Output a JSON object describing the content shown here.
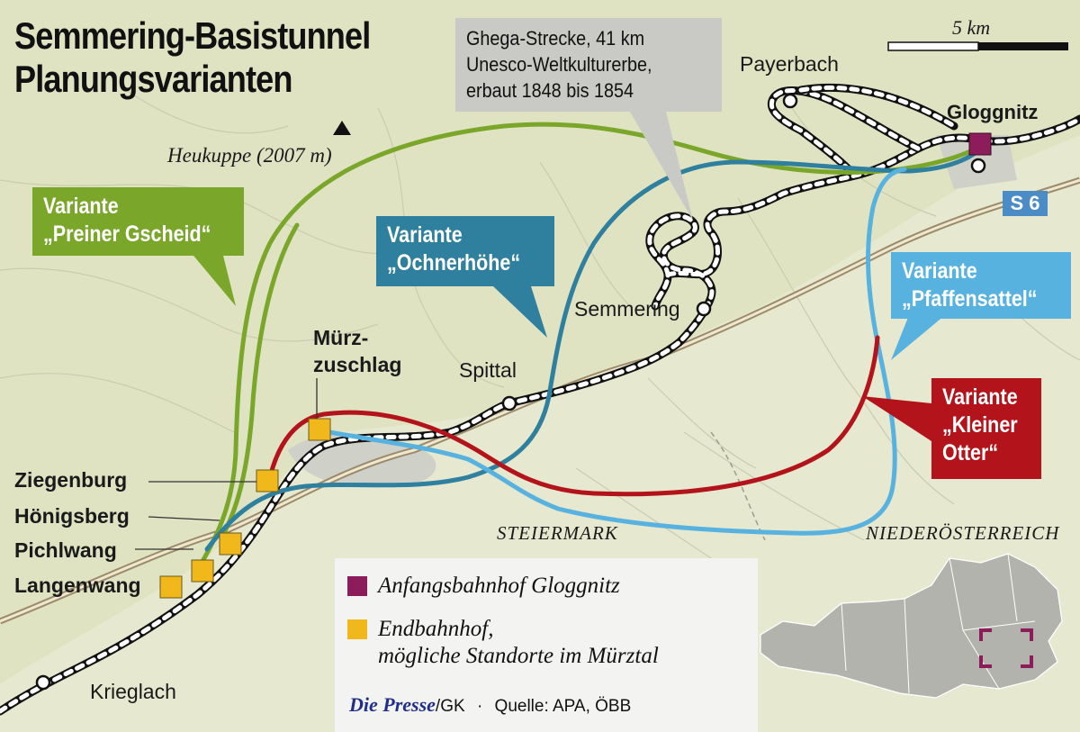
{
  "title": {
    "line1": "Semmering-Basistunnel",
    "line2": "Planungsvarianten"
  },
  "scale": {
    "label": "5 km"
  },
  "ghega": {
    "line1": "Ghega-Strecke, 41 km",
    "line2": "Unesco-Weltkulturerbe,",
    "line3": "erbaut 1848 bis 1854"
  },
  "peak": {
    "label": "Heukuppe (2007 m)"
  },
  "variants": {
    "preiner": {
      "line1": "Variante",
      "line2": "„Preiner Gscheid“",
      "color": "#7aa62a"
    },
    "ochner": {
      "line1": "Variante",
      "line2": "„Ochnerhöhe“",
      "color": "#2f7f9e"
    },
    "pfaffen": {
      "line1": "Variante",
      "line2": "„Pfaffensattel“",
      "color": "#58b2df"
    },
    "otter": {
      "line1": "Variante",
      "line2": "„Kleiner",
      "line3": "Otter“",
      "color": "#b3141b"
    }
  },
  "places": {
    "payerbach": "Payerbach",
    "gloggnitz": "Gloggnitz",
    "semmering": "Semmering",
    "spittal": "Spittal",
    "muerz1": "Mürz-",
    "muerz2": "zuschlag",
    "ziegenburg": "Ziegenburg",
    "hoenigsberg": "Hönigsberg",
    "pichlwang": "Pichlwang",
    "langenwang": "Langenwang",
    "krieglach": "Krieglach",
    "steiermark": "STEIERMARK",
    "niederoesterreich": "NIEDERÖSTERREICH"
  },
  "road": {
    "label": "S 6"
  },
  "legend": {
    "start": {
      "label": "Anfangsbahnhof Gloggnitz",
      "color": "#8c1d5a"
    },
    "end": {
      "line1": "Endbahnhof,",
      "line2": "mögliche Standorte im Mürztal",
      "color": "#f0b81a"
    }
  },
  "source": {
    "brand": "Die Presse",
    "suffix": "/GK",
    "text": "Quelle: APA, ÖBB"
  }
}
